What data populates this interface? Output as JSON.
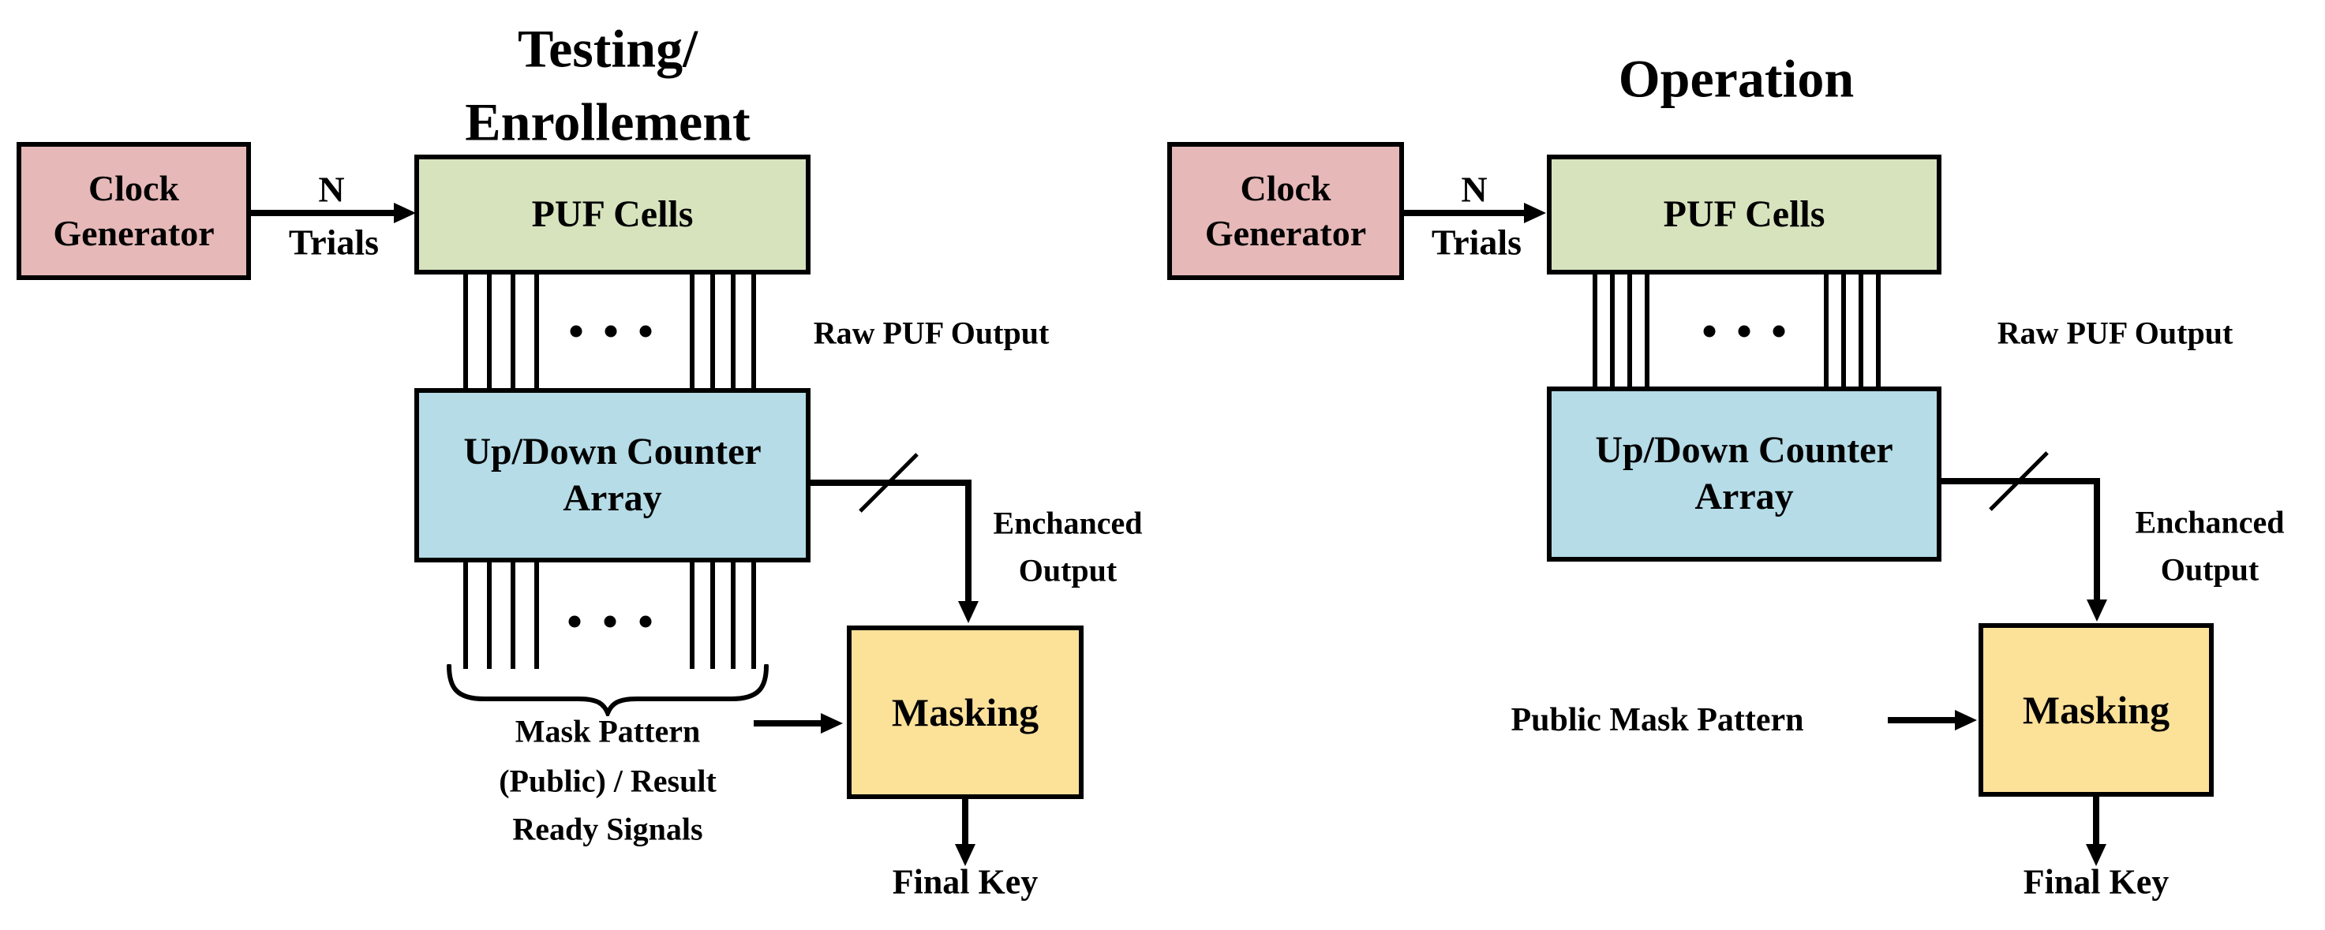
{
  "diagram": {
    "left": {
      "title_line1": "Testing/",
      "title_line2": "Enrollement",
      "clock_line1": "Clock",
      "clock_line2": "Generator",
      "n_label": "N",
      "trials_label": "Trials",
      "puf_label": "PUF Cells",
      "raw_output_label": "Raw PUF Output",
      "counter_line1": "Up/Down Counter",
      "counter_line2": "Array",
      "enhanced_line1": "Enchanced",
      "enhanced_line2": "Output",
      "masking_label": "Masking",
      "mask_line1": "Mask Pattern",
      "mask_line2": "(Public) / Result",
      "mask_line3": "Ready Signals",
      "final_key_label": "Final Key"
    },
    "right": {
      "title": "Operation",
      "clock_line1": "Clock",
      "clock_line2": "Generator",
      "n_label": "N",
      "trials_label": "Trials",
      "puf_label": "PUF Cells",
      "raw_output_label": "Raw PUF Output",
      "counter_line1": "Up/Down Counter",
      "counter_line2": "Array",
      "enhanced_line1": "Enchanced",
      "enhanced_line2": "Output",
      "masking_label": "Masking",
      "public_mask_label": "Public Mask Pattern",
      "final_key_label": "Final Key"
    },
    "colors": {
      "clock_box": "#e6b8b8",
      "puf_box": "#d7e3bd",
      "counter_box": "#b5dce7",
      "masking_box": "#fce199",
      "line": "#000000",
      "background": "#ffffff"
    }
  }
}
